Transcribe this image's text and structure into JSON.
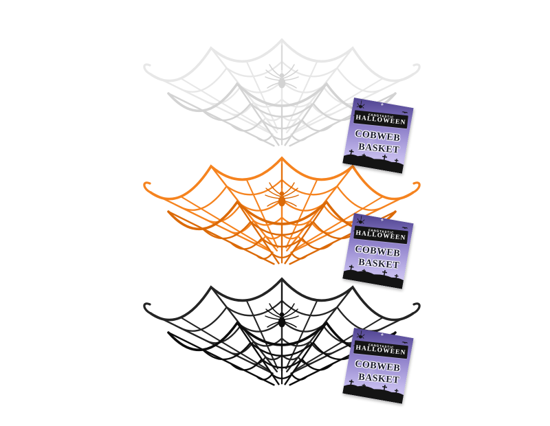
{
  "page": {
    "background": "#ffffff"
  },
  "products": [
    {
      "name": "white-cobweb-basket",
      "color_name": "white",
      "basket_color": "#e7e7e7",
      "basket_shade": "#d3d3d3"
    },
    {
      "name": "orange-cobweb-basket",
      "color_name": "orange",
      "basket_color": "#f5831f",
      "basket_shade": "#db6a08"
    },
    {
      "name": "black-cobweb-basket",
      "color_name": "black",
      "basket_color": "#242424",
      "basket_shade": "#0d0d0d"
    }
  ],
  "tag": {
    "brand_small": "FANGTASTIC",
    "brand": "HALLOWEEN",
    "product_line1": "COBWEB",
    "product_line2": "BASKET",
    "sparkle": "+",
    "colors": {
      "sky_top": "#4f4390",
      "sky_mid": "#8d7fc9",
      "sky_light": "#c3b9ec",
      "ground": "#141414",
      "banner_bg": "#141414",
      "banner_text": "#ffffff",
      "title_text": "#1b1b30"
    }
  }
}
